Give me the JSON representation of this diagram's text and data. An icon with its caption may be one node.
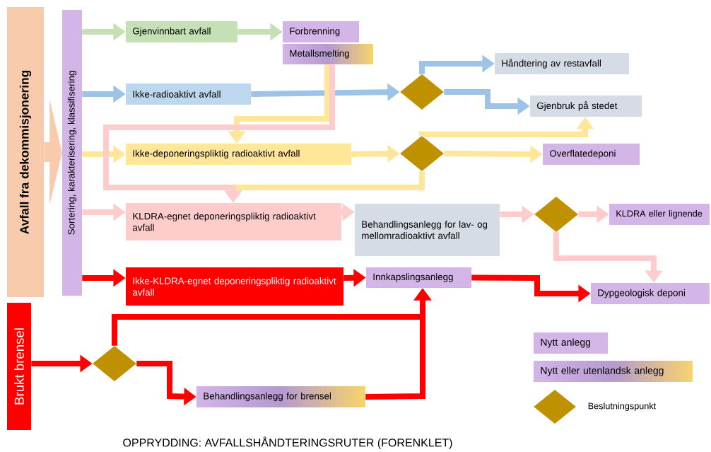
{
  "diagram": {
    "caption": "OPPRYDDING: AVFALLSHÅNDTERINGSRUTER (FORENKLET)",
    "nodes": [
      {
        "text": [
          "Avfall fra dekommisjonering"
        ]
      },
      {
        "text": [
          "Sortering, karakterisering, klassifisering"
        ]
      },
      {
        "text": [
          "Gjenvinnbart avfall"
        ]
      },
      {
        "text": [
          "Forbrenning"
        ]
      },
      {
        "text": [
          "Metallsmelting"
        ]
      },
      {
        "text": [
          "Ikke-radioaktivt avfall"
        ]
      },
      {
        "text": [],
        "shape": "diamond"
      },
      {
        "text": [
          "Håndtering av restavfall"
        ]
      },
      {
        "text": [
          "Gjenbruk på stedet"
        ]
      },
      {
        "text": [
          "Ikke-deponeringspliktig radioaktivt avfall"
        ]
      },
      {
        "text": [],
        "shape": "diamond"
      },
      {
        "text": [
          "Overflatedeponi"
        ]
      },
      {
        "text": [
          "KLDRA-egnet deponeringspliktig radioaktivt avfall"
        ]
      },
      {
        "text": [
          "Behandlingsanlegg for lav- og mellomradioaktivt avfall"
        ]
      },
      {
        "text": [],
        "shape": "diamond"
      },
      {
        "text": [
          "KLDRA eller lignende"
        ]
      },
      {
        "text": [
          "Dypgeologisk deponi"
        ]
      },
      {
        "text": [
          "Ikke-KLDRA-egnet deponeringspliktig radioaktivt avfall"
        ]
      },
      {
        "text": [
          "Innkapslingsanlegg"
        ]
      },
      {
        "text": [
          "Brukt brensel"
        ]
      },
      {
        "text": [],
        "shape": "diamond"
      },
      {
        "text": [
          "Behandlingsanlegg for brensel"
        ]
      }
    ],
    "edges": [
      {
        "from": 0,
        "to": 1,
        "arrow": "to",
        "color": "#f8cbad",
        "style": "thick"
      },
      {
        "from": 1,
        "to": 2,
        "arrow": "to",
        "color": "#c5e0b4"
      },
      {
        "from": 2,
        "to": 3,
        "arrow": "to",
        "color": "#c5e0b4"
      },
      {
        "from": 1,
        "to": 5,
        "arrow": "to",
        "color": "#9dc3e6"
      },
      {
        "from": 5,
        "to": 6,
        "arrow": "to",
        "color": "#9dc3e6"
      },
      {
        "from": 6,
        "to": 7,
        "arrow": "to",
        "color": "#9dc3e6"
      },
      {
        "from": 6,
        "to": 8,
        "arrow": "to",
        "color": "#9dc3e6"
      },
      {
        "from": 1,
        "to": 9,
        "arrow": "to",
        "color": "#ffe699"
      },
      {
        "from": 9,
        "to": 10,
        "arrow": "to",
        "color": "#ffe699"
      },
      {
        "from": 10,
        "to": 8,
        "arrow": "to",
        "color": "#ffe699"
      },
      {
        "from": 10,
        "to": 11,
        "arrow": "to",
        "color": "#ffe699"
      },
      {
        "from": 10,
        "to": 12,
        "arrow": "to",
        "color": "#ffe699"
      },
      {
        "from": 4,
        "to": 9,
        "arrow": "to",
        "color": "#ffe699"
      },
      {
        "from": 4,
        "to": 12,
        "arrow": "to",
        "color": "#ffcccc"
      },
      {
        "from": 1,
        "to": 12,
        "arrow": "to",
        "color": "#ffcccc"
      },
      {
        "from": 12,
        "to": 13,
        "arrow": "to",
        "color": "#ffcccc"
      },
      {
        "from": 13,
        "to": 14,
        "arrow": "to",
        "color": "#ffcccc"
      },
      {
        "from": 14,
        "to": 15,
        "arrow": "to",
        "color": "#ffcccc"
      },
      {
        "from": 14,
        "to": 16,
        "arrow": "to",
        "color": "#ffcccc"
      },
      {
        "from": 1,
        "to": 17,
        "arrow": "to",
        "color": "#ff0000"
      },
      {
        "from": 17,
        "to": 18,
        "arrow": "to",
        "color": "#ff0000"
      },
      {
        "from": 18,
        "to": 16,
        "arrow": "to",
        "color": "#ff0000"
      },
      {
        "from": 19,
        "to": 20,
        "arrow": "to",
        "color": "#ff0000"
      },
      {
        "from": 20,
        "to": 18,
        "arrow": "to",
        "color": "#ff0000"
      },
      {
        "from": 20,
        "to": 21,
        "arrow": "to",
        "color": "#ff0000"
      },
      {
        "from": 21,
        "to": 18,
        "arrow": "to",
        "color": "#ff0000"
      }
    ],
    "legend": [
      {
        "text": "Nytt anlegg",
        "color": "#d3b5e8"
      },
      {
        "text": "Nytt eller utenlandsk anlegg"
      },
      {
        "text": "Beslutningspunkt"
      }
    ]
  }
}
